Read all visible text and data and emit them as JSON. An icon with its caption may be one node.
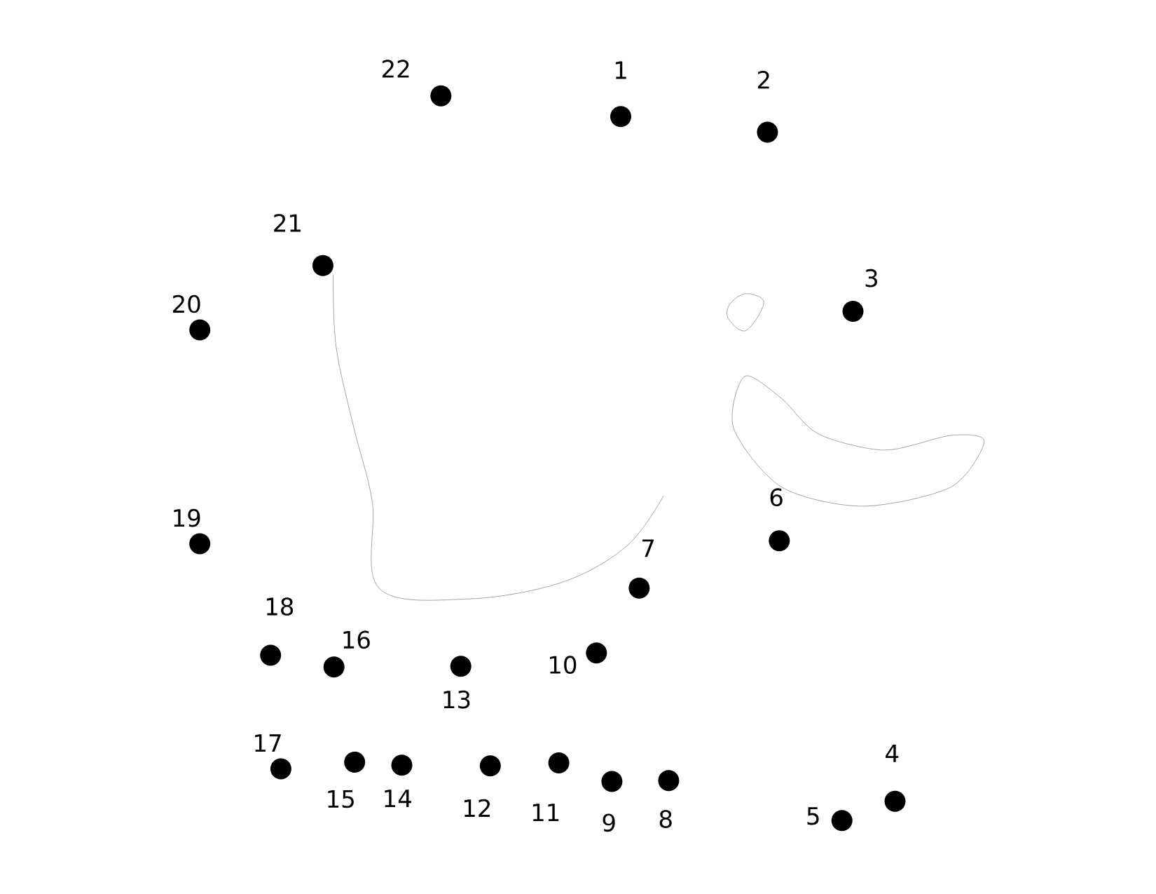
{
  "diagram": {
    "nodes": [
      {
        "text": [],
        "shape": "circle",
        "beside": [
          "1"
        ]
      },
      {
        "text": [],
        "shape": "circle",
        "beside": [
          "2"
        ]
      },
      {
        "text": [],
        "shape": "circle",
        "beside": [
          "3"
        ]
      },
      {
        "text": [],
        "shape": "circle",
        "beside": [
          "4"
        ]
      },
      {
        "text": [],
        "shape": "circle",
        "beside": [
          "5"
        ]
      },
      {
        "text": [],
        "shape": "circle",
        "beside": [
          "6"
        ]
      },
      {
        "text": [],
        "shape": "circle",
        "beside": [
          "7"
        ]
      },
      {
        "text": [],
        "shape": "circle",
        "beside": [
          "8"
        ]
      },
      {
        "text": [],
        "shape": "circle",
        "beside": [
          "9"
        ]
      },
      {
        "text": [],
        "shape": "circle",
        "beside": [
          "10"
        ]
      },
      {
        "text": [],
        "shape": "circle",
        "beside": [
          "11"
        ]
      },
      {
        "text": [],
        "shape": "circle",
        "beside": [
          "12"
        ]
      },
      {
        "text": [],
        "shape": "circle",
        "beside": [
          "13"
        ]
      },
      {
        "text": [],
        "shape": "circle",
        "beside": [
          "14"
        ]
      },
      {
        "text": [],
        "shape": "circle",
        "beside": [
          "15"
        ]
      },
      {
        "text": [],
        "shape": "circle",
        "beside": [
          "16"
        ]
      },
      {
        "text": [],
        "shape": "circle",
        "beside": [
          "17"
        ]
      },
      {
        "text": [],
        "shape": "circle",
        "beside": [
          "18"
        ]
      },
      {
        "text": [],
        "shape": "circle",
        "beside": [
          "19"
        ]
      },
      {
        "text": [],
        "shape": "circle",
        "beside": [
          "20"
        ]
      },
      {
        "text": [],
        "shape": "circle",
        "beside": [
          "21"
        ]
      },
      {
        "text": [],
        "shape": "circle",
        "beside": [
          "22"
        ]
      }
    ]
  }
}
